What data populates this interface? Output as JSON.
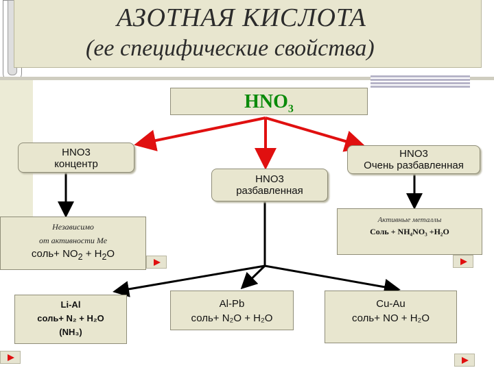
{
  "title": {
    "line1": "АЗОТНАЯ КИСЛОТА",
    "line2": "(ее специфические свойства)"
  },
  "root": {
    "label": "HNO",
    "sub": "3"
  },
  "concentrated": {
    "line1": "HNO3",
    "line2": "концентр"
  },
  "dilute": {
    "line1": "HNO3",
    "line2": "разбавленная"
  },
  "very_dilute": {
    "line1": "HNO3",
    "line2": "Очень разбавленная"
  },
  "conc_result": {
    "line1": "Независимо",
    "line2": "от активности Ме",
    "formula_prefix": "соль+ NO",
    "formula_sub1": "2",
    "formula_mid": " + H",
    "formula_sub2": "2",
    "formula_suffix": "O"
  },
  "very_dilute_result": {
    "line1": "Активные металлы",
    "formula": "Соль + NH₄NO₃ +H₂O"
  },
  "metals": [
    {
      "range": "Li-Al",
      "formula": "соль+ N₂ + H₂O",
      "extra": "(NH₃)"
    },
    {
      "range": "Al-Pb",
      "formula": "соль+ N₂O + H₂O"
    },
    {
      "range": "Cu-Au",
      "formula": "соль+ NO + H₂O"
    }
  ],
  "colors": {
    "arrow_red": "#e01010",
    "arrow_black": "#000000",
    "green_formula": "#0a8a0a",
    "box_fill": "#e8e6cf"
  },
  "icons": {
    "nav": "play-arrow-icon"
  }
}
